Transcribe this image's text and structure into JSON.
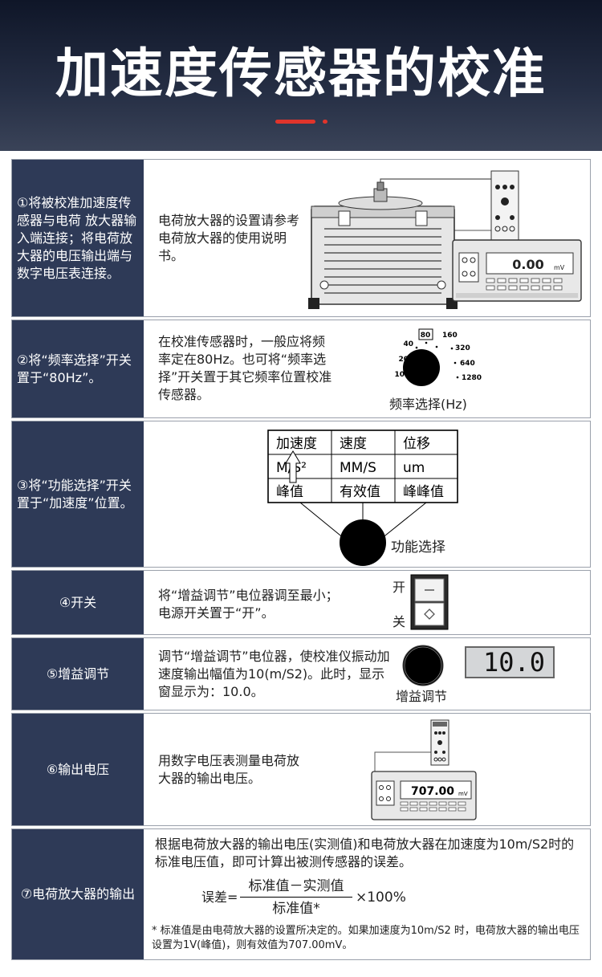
{
  "title": "加速度传感器的校准",
  "steps": [
    {
      "label": "①将被校准加速度传感器与电荷 放大器输入端连接；将电荷放大器的电压输出端与数字电压表连接。",
      "text": "电荷放大器的设置请参考电荷放大器的使用说明书。",
      "meter_reading": "0.00",
      "meter_unit": "mV"
    },
    {
      "label": "②将“频率选择”开关置于“80Hz”。",
      "text": "在校准传感器时，一般应将频率定在80Hz。也可将“频率选择”开关置于其它频率位置校准传感器。",
      "dial_ticks": [
        "10",
        "20",
        "40",
        "80",
        "160",
        "320",
        "640",
        "1280"
      ],
      "dial_caption": "频率选择(Hz)"
    },
    {
      "label": "③将“功能选择”开关置于“加速度”位置。",
      "table": [
        [
          "加速度",
          "速度",
          "位移"
        ],
        [
          "M/S²",
          "MM/S",
          "um"
        ],
        [
          "峰值",
          "有效值",
          "峰峰值"
        ]
      ],
      "dial_caption": "功能选择"
    },
    {
      "label": "④开关",
      "text": "将“增益调节”电位器调至最小；电源开关置于“开”。",
      "on": "开",
      "off": "关"
    },
    {
      "label": "⑤增益调节",
      "text": "调节“增益调节”电位器，使校准仪振动加速度输出幅值为10(m/S2)。此时，显示窗显示为：10.0。",
      "dial_caption": "增益调节",
      "display": "10.0"
    },
    {
      "label": "⑥输出电压",
      "text": "用数字电压表测量电荷放大器的输出电压。",
      "meter_reading": "707.00",
      "meter_unit": "mV"
    },
    {
      "label": "⑦电荷放大器的输出",
      "text": "根据电荷放大器的输出电压(实测值)和电荷放大器在加速度为10m/S2时的标准电压值，即可计算出被测传感器的误差。",
      "formula_lhs": "误差=",
      "formula_num": "标准值－实测值",
      "formula_den": "标准值*",
      "formula_rhs": "×100%",
      "note": "* 标准值是由电荷放大器的设置所决定的。如果加速度为10m/S2 时，电荷放大器的输出电压设置为1V(峰值)，则有效值为707.00mV。"
    }
  ],
  "colors": {
    "header_bg": "#1b2335",
    "label_bg": "#2e3a57",
    "accent": "#e0342b"
  }
}
